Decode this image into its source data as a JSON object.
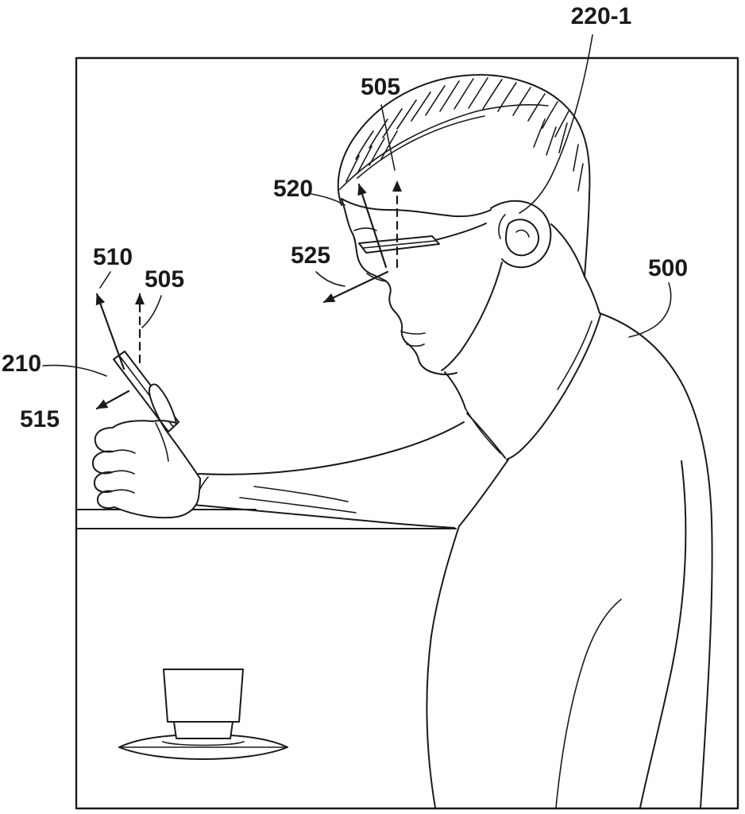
{
  "figure": {
    "type": "patent-line-drawing",
    "description": "Person wearing eyeglasses and a wireless earbud looks down at a handheld smartphone; direction vectors and reference numerals are annotated; a cup on a saucer sits on a table at lower left.",
    "labels": {
      "ref_220_1": "220-1",
      "ref_505_head": "505",
      "ref_520": "520",
      "ref_525": "525",
      "ref_510": "510",
      "ref_505_device": "505",
      "ref_210": "210",
      "ref_515": "515",
      "ref_500": "500"
    },
    "colors": {
      "ink": "#1a1a1a",
      "background": "#ffffff"
    }
  }
}
